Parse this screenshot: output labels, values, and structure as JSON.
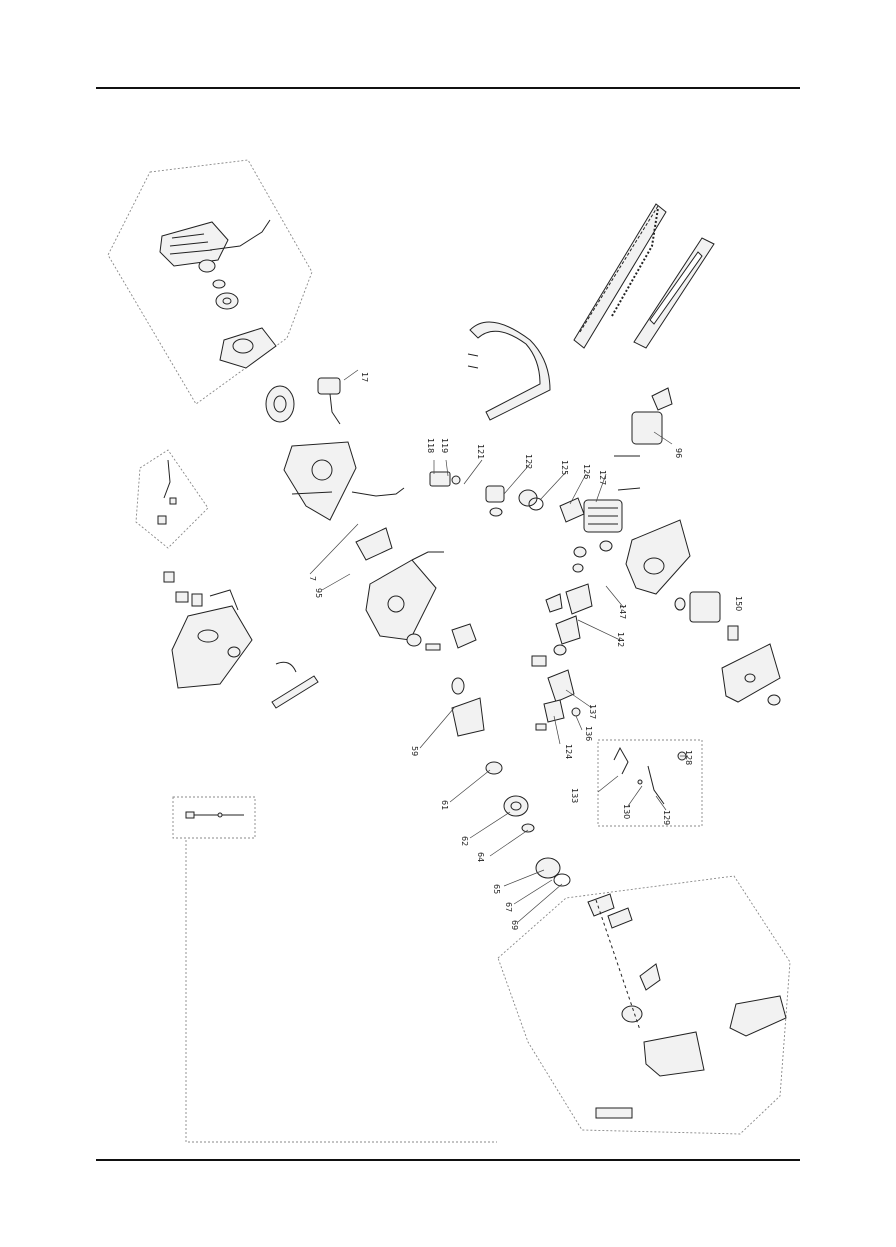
{
  "diagram": {
    "callouts": [
      {
        "key": "c17",
        "text": "17"
      },
      {
        "key": "c118",
        "text": "118"
      },
      {
        "key": "c119",
        "text": "119"
      },
      {
        "key": "c121",
        "text": "121"
      },
      {
        "key": "c122",
        "text": "122"
      },
      {
        "key": "c125",
        "text": "125"
      },
      {
        "key": "c126",
        "text": "126"
      },
      {
        "key": "c127",
        "text": "127"
      },
      {
        "key": "c96",
        "text": "96"
      },
      {
        "key": "c7",
        "text": "7"
      },
      {
        "key": "c95",
        "text": "95"
      },
      {
        "key": "c147",
        "text": "147"
      },
      {
        "key": "c150",
        "text": "150"
      },
      {
        "key": "c142",
        "text": "142"
      },
      {
        "key": "c59",
        "text": "59"
      },
      {
        "key": "c137",
        "text": "137"
      },
      {
        "key": "c136",
        "text": "136"
      },
      {
        "key": "c124",
        "text": "124"
      },
      {
        "key": "c128",
        "text": "128"
      },
      {
        "key": "c133",
        "text": "133"
      },
      {
        "key": "c130",
        "text": "130"
      },
      {
        "key": "c129",
        "text": "129"
      },
      {
        "key": "c61",
        "text": "61"
      },
      {
        "key": "c62",
        "text": "62"
      },
      {
        "key": "c64",
        "text": "64"
      },
      {
        "key": "c65",
        "text": "65"
      },
      {
        "key": "c67",
        "text": "67"
      },
      {
        "key": "c69",
        "text": "69"
      }
    ]
  }
}
